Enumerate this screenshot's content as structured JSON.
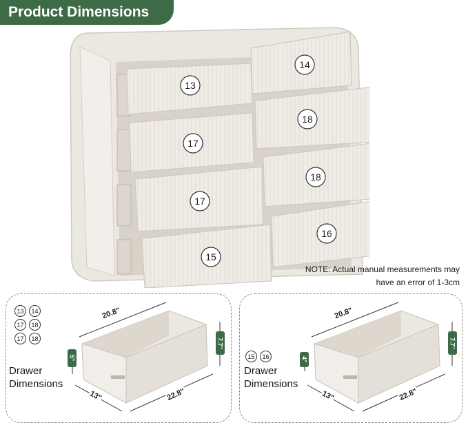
{
  "header": {
    "title": "Product Dimensions"
  },
  "dresser": {
    "drawer_labels": [
      "13",
      "14",
      "17",
      "18",
      "17",
      "18",
      "15",
      "16"
    ]
  },
  "note": {
    "line1": "NOTE: Actual manual measurements may",
    "line2": "have an error of 1-3cm"
  },
  "panel_left": {
    "badges": [
      "13",
      "14",
      "17",
      "18",
      "17",
      "18"
    ],
    "title_line1": "Drawer",
    "title_line2": "Dimensions",
    "width": "20.8\"",
    "height": "7.7\"",
    "inner_height": "5\"",
    "depth": "13\"",
    "length": "22.8\""
  },
  "panel_right": {
    "badges": [
      "15",
      "16"
    ],
    "title_line1": "Drawer",
    "title_line2": "Dimensions",
    "width": "20.8\"",
    "height": "7.7\"",
    "inner_height": "4\"",
    "depth": "13\"",
    "length": "22.8\""
  },
  "colors": {
    "accent": "#3d6b47",
    "wood": "#ece8e2",
    "wood_dark": "#d9d3ca"
  }
}
